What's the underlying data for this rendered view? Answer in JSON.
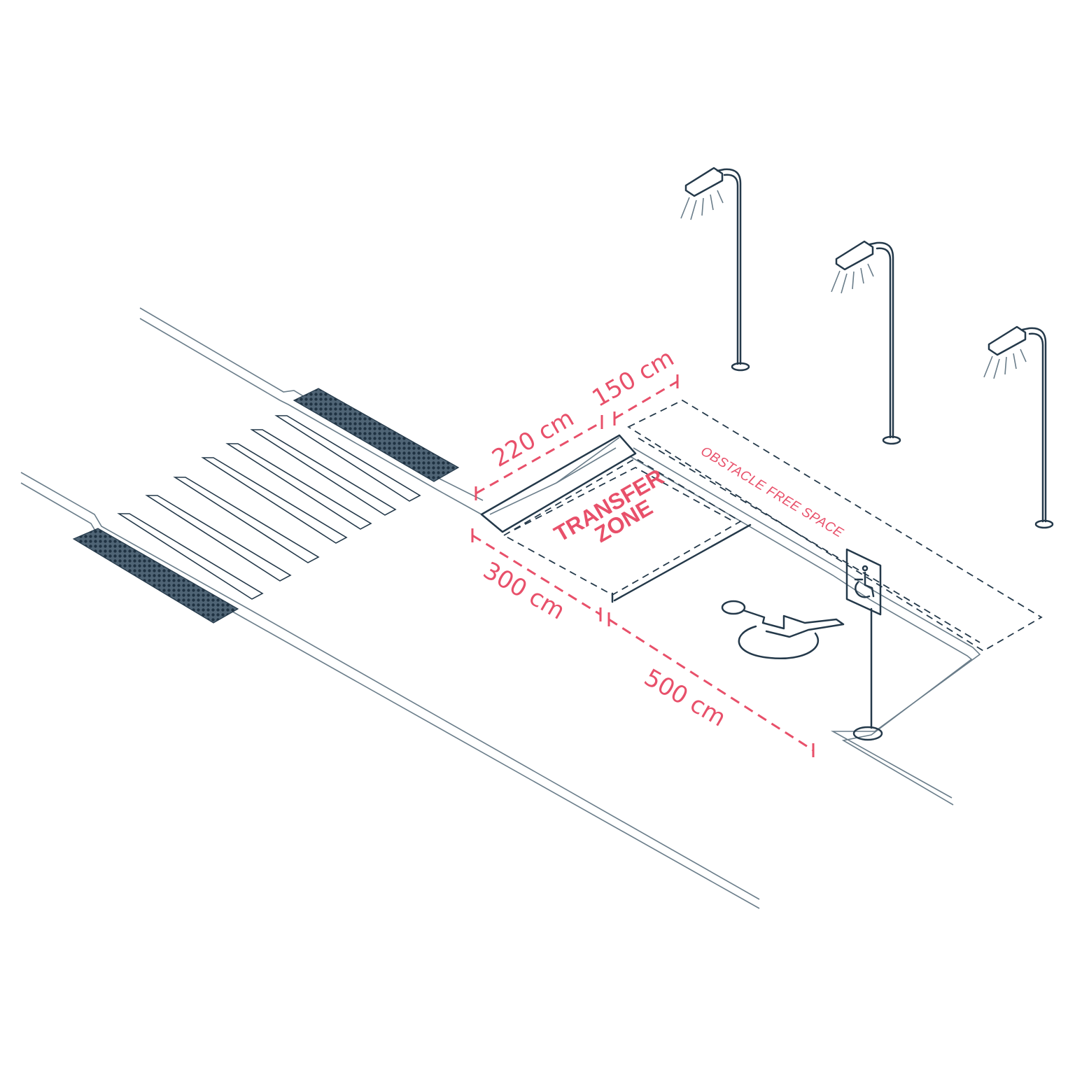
{
  "dimensions": {
    "width_220": "220 cm",
    "width_150": "150 cm",
    "length_300": "300 cm",
    "length_500": "500 cm"
  },
  "zones": {
    "transfer_line1": "TRANSFER",
    "transfer_line2": "ZONE",
    "obstacle_free": "OBSTACLE FREE SPACE"
  },
  "colors": {
    "ink": "#24394a",
    "accent": "#e8506a",
    "tactile": "#2a3d4c"
  },
  "icons": {
    "sign": "wheelchair-icon",
    "ground_symbol": "wheelchair-icon",
    "lamps": "street-lamp-icon"
  }
}
